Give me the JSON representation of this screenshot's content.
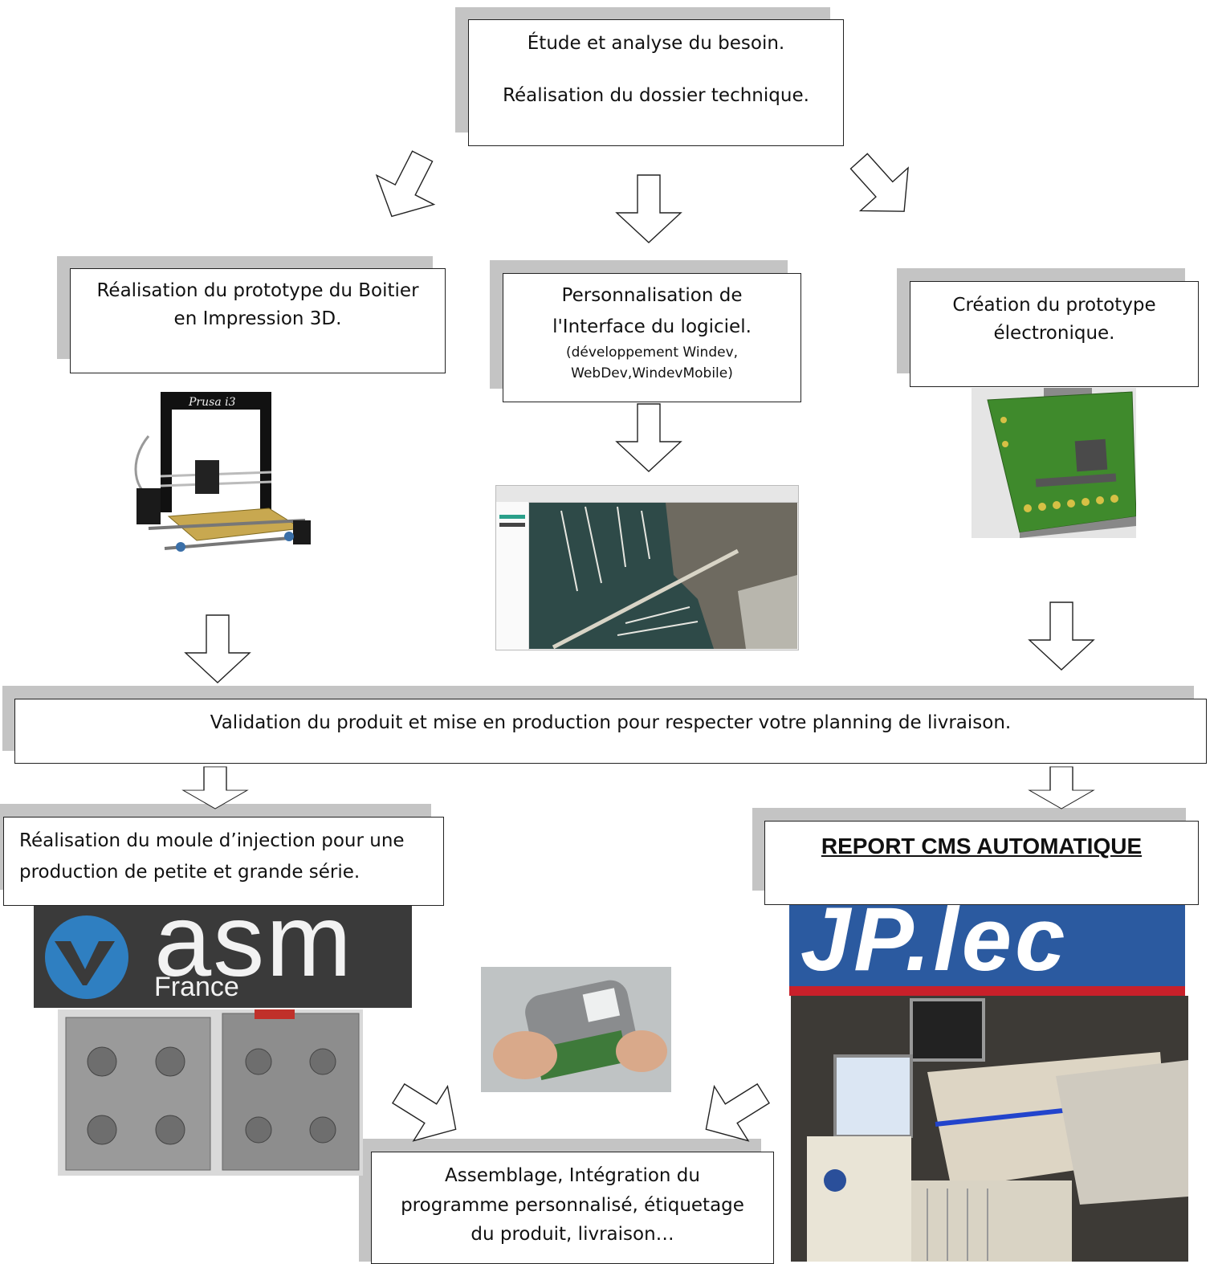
{
  "boxes": {
    "etude": {
      "line1": "Étude et analyse du besoin.",
      "line2": "Réalisation du dossier technique."
    },
    "boitier": {
      "text": "Réalisation du prototype du Boitier en Impression 3D."
    },
    "interface": {
      "line1": "Personnalisation de",
      "line2": "l'Interface du logiciel.",
      "detail1": "(développement Windev,",
      "detail2": "WebDev,WindevMobile)"
    },
    "electronique": {
      "text": "Création du prototype électronique."
    },
    "validation": {
      "text": "Validation du produit et mise en production pour respecter votre planning de livraison."
    },
    "moule": {
      "line1": "Réalisation du moule d’injection pour une",
      "line2": "production de petite et grande série."
    },
    "cms": {
      "text": "REPORT CMS AUTOMATIQUE"
    },
    "assemblage": {
      "line1": "Assemblage, Intégration du",
      "line2": "programme personnalisé, étiquetage",
      "line3": "du produit, livraison…"
    }
  },
  "logos": {
    "asm": {
      "name": "asm",
      "sub": "France",
      "bg": "#3a3a3a",
      "accent": "#2f7fc1"
    },
    "jplec": {
      "name": "JP.lec",
      "bg": "#2b5aa0",
      "stripe": "#c8202a"
    }
  },
  "images": {
    "printer": "3d-printer-icon",
    "map": "harbor-map-screenshot",
    "pcb": "pcb-prototype-render",
    "mold": "injection-mold-photo",
    "device": "handheld-device-photo",
    "smt": "smt-machine-photo"
  },
  "colors": {
    "shadow": "#c4c4c4",
    "border": "#222222",
    "pcb_green": "#3f8a2c"
  }
}
